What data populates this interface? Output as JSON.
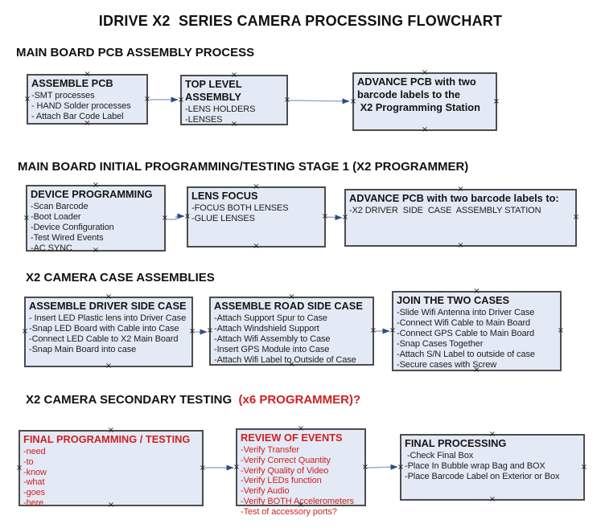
{
  "title": "IDRIVE X2  SERIES CAMERA PROCESSING FLOWCHART",
  "colors": {
    "background": "#ffffff",
    "box_fill": "#e4eaf5",
    "box_border": "#4c4c4c",
    "arrow_line": "#96adc9",
    "arrow_head": "#2d4c8e",
    "red_text": "#cc2222",
    "black_text": "#111111"
  },
  "icons": {
    "connector_handle_glyph": "×"
  },
  "sections": [
    {
      "heading": "MAIN BOARD PCB ASSEMBLY PROCESS",
      "boxes": [
        {
          "title": "ASSEMBLE PCB",
          "lines": [
            "-SMT processes",
            "- HAND Solder processes",
            "- Attach Bar Code Label"
          ]
        },
        {
          "title": "TOP LEVEL ASSEMBLY",
          "lines": [
            "-LENS HOLDERS",
            "-LENSES"
          ]
        },
        {
          "title": "ADVANCE PCB with two\nbarcode labels to the\n X2 Programming Station",
          "lines": []
        }
      ]
    },
    {
      "heading": "MAIN BOARD INITIAL PROGRAMMING/TESTING STAGE 1 (X2 PROGRAMMER)",
      "boxes": [
        {
          "title": "DEVICE PROGRAMMING",
          "lines": [
            "-Scan Barcode",
            "-Boot Loader",
            "-Device Configuration",
            "-Test Wired Events",
            "-AC SYNC"
          ]
        },
        {
          "title": "LENS FOCUS",
          "lines": [
            "-FOCUS BOTH LENSES",
            "-GLUE LENSES"
          ]
        },
        {
          "title": "ADVANCE PCB with two barcode labels to:",
          "lines": [
            "-X2 DRIVER  SIDE  CASE  ASSEMBLY STATION"
          ]
        }
      ]
    },
    {
      "heading": "X2 CAMERA CASE ASSEMBLIES",
      "boxes": [
        {
          "title": "ASSEMBLE DRIVER SIDE CASE",
          "lines": [
            "- Insert LED Plastic lens into Driver Case",
            "-Snap LED Board with Cable into Case",
            "-Connect LED Cable to X2 Main Board",
            "-Snap Main Board into case"
          ]
        },
        {
          "title": "ASSEMBLE ROAD SIDE CASE",
          "lines": [
            "-Attach Support Spur to Case",
            "-Attach Windshield Support",
            "-Attach Wifi Assembly to Case",
            "-Insert GPS Module into Case",
            "-Attach Wifi Label to Outside of Case"
          ]
        },
        {
          "title": "JOIN THE TWO CASES",
          "lines": [
            "-Slide Wifi Antenna into Driver Case",
            "-Connect Wifi Cable to Main Board",
            "-Connect GPS Cable to Main Board",
            "-Snap Cases Together",
            "-Attach S/N Label to outside of case",
            "-Secure cases with Screw"
          ]
        }
      ]
    },
    {
      "heading": "X2 CAMERA SECONDARY TESTING ",
      "heading_suffix": " (x6 PROGRAMMER)?",
      "boxes": [
        {
          "title": "FINAL PROGRAMMING / TESTING",
          "lines": [
            "-need",
            "-to",
            "-know",
            "-what",
            "-goes",
            "-here"
          ]
        },
        {
          "title": "REVIEW OF EVENTS",
          "lines": [
            "-Verify Transfer",
            "-Verify Correct Quantity",
            "-Verify Quality of Video",
            "-Verify LEDs function",
            "-Verify Audio",
            "-Verify BOTH Accelerometers",
            "-Test of accessory ports?"
          ]
        },
        {
          "title": "FINAL PROCESSING",
          "lines": [
            " -Check Final Box",
            "-Place In Bubble wrap Bag and BOX",
            "-Place Barcode Label on Exterior or Box"
          ]
        }
      ]
    }
  ]
}
